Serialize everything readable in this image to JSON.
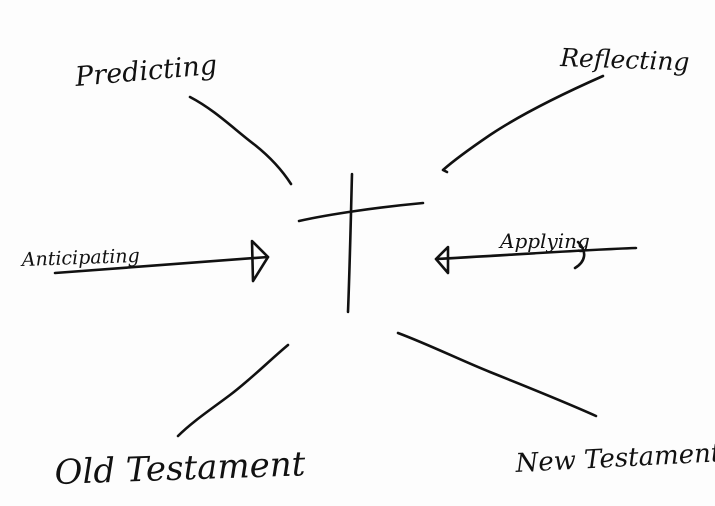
{
  "diagram": {
    "center_symbol": "cross-icon",
    "labels": {
      "predicting": "Predicting",
      "reflecting": "Reflecting",
      "anticipating": "Anticipating",
      "applying": "Applying",
      "old_testament": "Old Testament",
      "new_testament": "New Testament"
    },
    "arrows": [
      {
        "from": "Anticipating",
        "to": "cross",
        "direction": "right"
      },
      {
        "from": "Applying",
        "to": "cross",
        "direction": "left"
      }
    ],
    "ink_color": "#111111",
    "paper_color": "#fdfdfd"
  }
}
